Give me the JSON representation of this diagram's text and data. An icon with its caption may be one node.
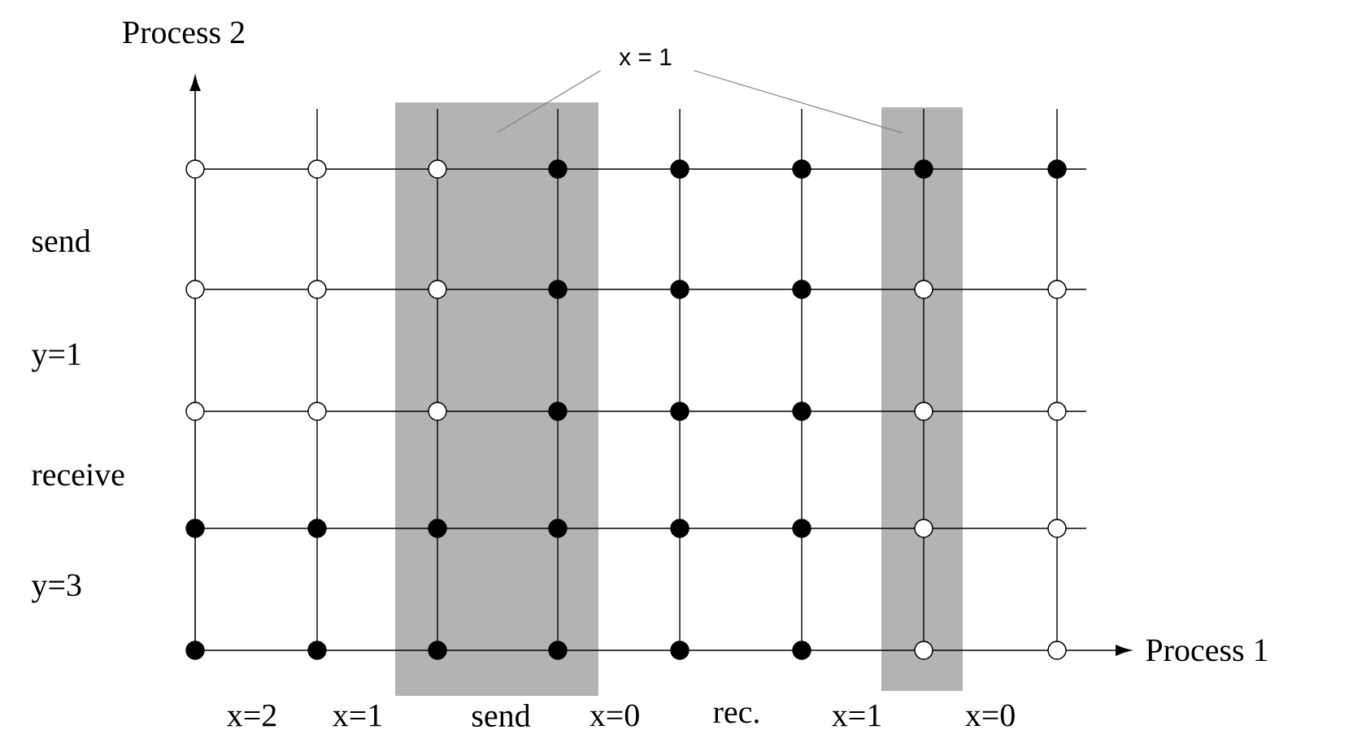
{
  "diagram": {
    "nodes": [
      {
        "text": [
          "x = 1"
        ]
      },
      {
        "text": [],
        "shape": "bar"
      },
      {
        "text": [],
        "shape": "bar"
      }
    ],
    "edges": [
      {
        "from": 0,
        "to": 1,
        "arrow": "none"
      },
      {
        "from": 0,
        "to": 2,
        "arrow": "none"
      }
    ],
    "labels": [
      "Process 2",
      "send",
      "y=1",
      "receive",
      "y=3",
      "Process 1",
      "x=2",
      "x=1",
      "send",
      "x=0",
      "rec.",
      "x=1",
      "x=0"
    ]
  }
}
